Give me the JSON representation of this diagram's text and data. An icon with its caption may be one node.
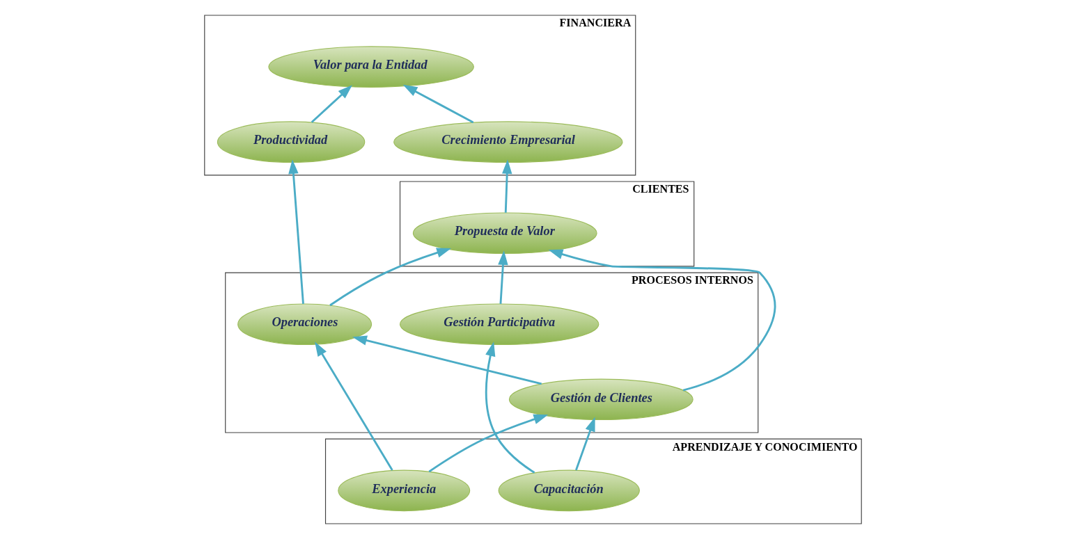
{
  "diagram": {
    "nodes": [
      {
        "text": [
          "FINANCIERA"
        ]
      },
      {
        "text": [
          "Crecimiento Empresarial"
        ],
        "in": 0
      },
      {
        "text": [
          "Valor para la Entidad"
        ],
        "in": 0
      },
      {
        "text": [
          "Productividad"
        ],
        "in": 0
      },
      {
        "text": [
          "CLIENTES"
        ]
      },
      {
        "text": [
          "Propuesta de Valor"
        ],
        "in": 4
      },
      {
        "text": [
          "PROCESOS INTERNOS"
        ]
      },
      {
        "text": [
          "Gestión Participativa"
        ],
        "in": 6
      },
      {
        "text": [
          "Gestión de Clientes"
        ],
        "in": 6
      },
      {
        "text": [
          "Operaciones"
        ],
        "in": 6
      },
      {
        "text": [
          "APRENDIZAJE Y CONOCIMIENTO"
        ]
      },
      {
        "text": [
          "Capacitación"
        ],
        "in": 10
      },
      {
        "text": [
          "Experiencia"
        ],
        "in": 10
      }
    ],
    "edges": [
      {
        "from": 1,
        "to": 2,
        "arrow": "to"
      },
      {
        "from": 3,
        "to": 2,
        "arrow": "to"
      },
      {
        "from": 5,
        "to": 1,
        "arrow": "to"
      },
      {
        "from": 7,
        "to": 5,
        "arrow": "to"
      },
      {
        "from": 8,
        "to": 5,
        "arrow": "to"
      },
      {
        "from": 9,
        "to": 5,
        "arrow": "to"
      },
      {
        "from": 8,
        "to": 9,
        "arrow": "to"
      },
      {
        "from": 9,
        "to": 3,
        "arrow": "to"
      },
      {
        "from": 11,
        "to": 7,
        "arrow": "to"
      },
      {
        "from": 11,
        "to": 8,
        "arrow": "to"
      },
      {
        "from": 12,
        "to": 8,
        "arrow": "to"
      },
      {
        "from": 12,
        "to": 9,
        "arrow": "to"
      }
    ]
  }
}
